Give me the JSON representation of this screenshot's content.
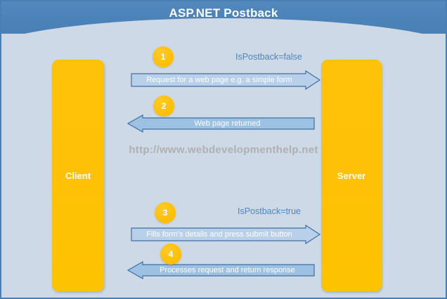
{
  "header": {
    "title": "ASP.NET Postback"
  },
  "watermark": {
    "text": "http://www.webdevelopmenthelp.net"
  },
  "lifelines": [
    {
      "id": "client",
      "label": "Client"
    },
    {
      "id": "server",
      "label": "Server"
    }
  ],
  "steps": [
    {
      "number": "1",
      "label": "Request for a web page e.g. a simple form",
      "direction": "right",
      "condition": "IsPostback=false"
    },
    {
      "number": "2",
      "label": "Web page returned",
      "direction": "left",
      "condition": ""
    },
    {
      "number": "3",
      "label": "Fills form's details and press submit button",
      "direction": "right",
      "condition": "IsPostback=true"
    },
    {
      "number": "4",
      "label": "Processes request and return response",
      "direction": "left",
      "condition": ""
    }
  ],
  "colors": {
    "header_blue": "#4a80b6",
    "background": "#cdd9e6",
    "lifeline_amber": "#ffc107",
    "arrow_light": "#b9d0ea",
    "arrow_dark": "#9dc1e2",
    "arrow_stroke": "#3f6fa3",
    "condition_text": "#4e86bf",
    "watermark_gray": "#b0b0b0"
  }
}
